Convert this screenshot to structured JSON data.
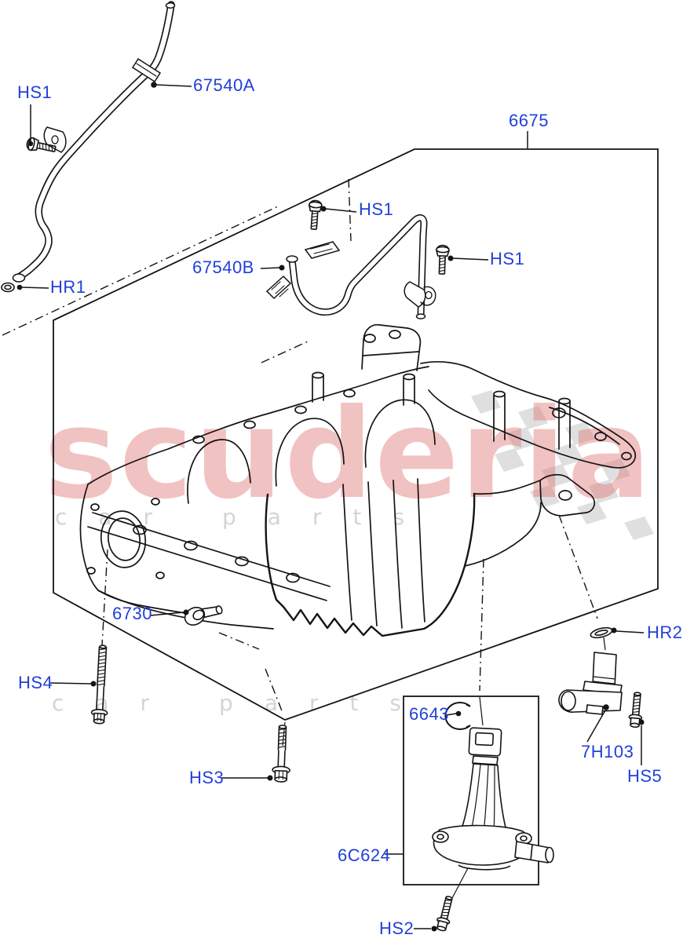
{
  "document": {
    "type": "parts-catalog-exploded-diagram",
    "subject": "engine oil pan / oil level sensor assembly"
  },
  "callouts": {
    "dipstick_tube_upper": "67540A",
    "bolt_hs1_top": "HS1",
    "bolt_hs1_mid": "HS1",
    "bolt_hs1_right": "HS1",
    "oil_pan_assembly": "6675",
    "dipstick_tube_lower": "67540B",
    "oring_hr1": "HR1",
    "drain_plug": "6730",
    "bolt_hs4": "HS4",
    "bolt_hs3": "HS3",
    "snap_ring": "6643",
    "oil_level_sensor": "6C624",
    "position_sensor": "7H103",
    "bolt_hs5": "HS5",
    "oring_hr2": "HR2",
    "bolt_hs2": "HS2"
  },
  "watermark": {
    "brand": "scuderia",
    "subtext": "car parts"
  },
  "colors": {
    "label_blue": "#2240d9",
    "line_black": "#141414",
    "watermark_red": "#e07070",
    "watermark_gray": "#d4d4d4",
    "flag_gray": "#dcdcdc"
  }
}
